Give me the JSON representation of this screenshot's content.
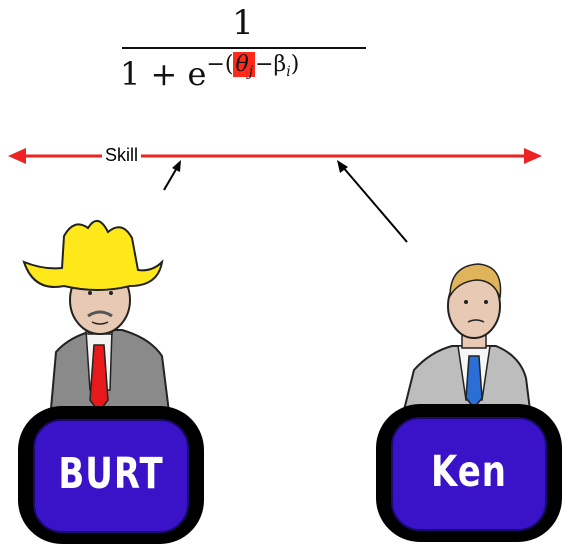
{
  "formula": {
    "numerator": "1",
    "denominator_base": "1 + e",
    "exponent_prefix": "−(",
    "theta": "θ",
    "theta_sub": "j",
    "exponent_mid": "−β",
    "beta_sub": "i",
    "exponent_suffix": ")",
    "highlight_color": "#ff2a1a"
  },
  "axis": {
    "label": "Skill",
    "color": "#ee2222"
  },
  "contestants": [
    {
      "name": "BURT",
      "podium_color": "#3a13c8",
      "hat_color": "#ffe81a",
      "tie_color": "#e8191a"
    },
    {
      "name": "Ken",
      "podium_color": "#3a13c8",
      "tie_color": "#2a6fd6"
    }
  ]
}
